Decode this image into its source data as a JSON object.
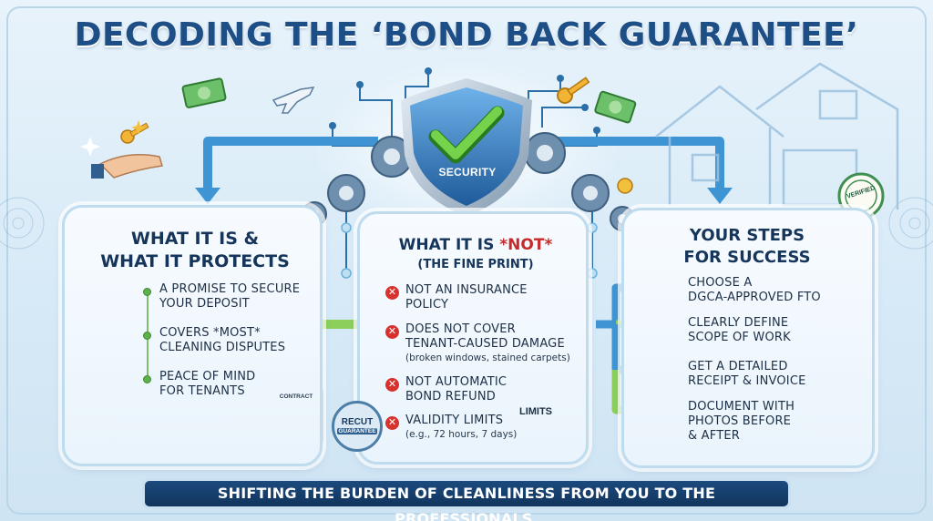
{
  "title": "DECODING THE ‘BOND BACK GUARANTEE’",
  "shield": {
    "label": "SECURITY"
  },
  "left_panel": {
    "heading_line1": "WHAT IT IS &",
    "heading_line2": "WHAT IT PROTECTS",
    "items": [
      {
        "line1": "A PROMISE TO SECURE",
        "line2": "YOUR DEPOSIT"
      },
      {
        "line1": "COVERS *MOST*",
        "line2": "CLEANING DISPUTES"
      },
      {
        "line1": "PEACE OF MIND",
        "line2": "FOR TENANTS"
      }
    ],
    "contract_label": "CONTRACT"
  },
  "middle_panel": {
    "heading_pre": "WHAT IT IS ",
    "heading_not": "*NOT*",
    "heading_sub": "(THE FINE PRINT)",
    "items": [
      {
        "line1": "NOT AN INSURANCE",
        "line2": "POLICY",
        "note": ""
      },
      {
        "line1": "DOES NOT COVER",
        "line2": "TENANT-CAUSED DAMAGE",
        "note": "(broken windows, stained carpets)"
      },
      {
        "line1": "NOT AUTOMATIC",
        "line2": "BOND REFUND",
        "note": ""
      },
      {
        "line1": "VALIDITY LIMITS",
        "line2": "",
        "note": "(e.g., 72 hours, 7 days)"
      }
    ],
    "stamp_line1": "RECUT",
    "stamp_line2": "GUARANTEE",
    "clock_label": "LIMITS"
  },
  "right_panel": {
    "heading_line1": "YOUR STEPS",
    "heading_line2": "FOR SUCCESS",
    "items": [
      {
        "line1": "CHOOSE A",
        "line2": "DGCA-APPROVED FTO",
        "line3": ""
      },
      {
        "line1": "CLEARLY DEFINE",
        "line2": "SCOPE OF WORK",
        "line3": ""
      },
      {
        "line1": "GET A DETAILED",
        "line2": "RECEIPT & INVOICE",
        "line3": ""
      },
      {
        "line1": "DOCUMENT WITH",
        "line2": "PHOTOS BEFORE",
        "line3": "& AFTER"
      }
    ],
    "badge_label": "VERIFIED"
  },
  "banner": "SHIFTING THE BURDEN OF CLEANLINESS FROM YOU TO THE PROFESSIONALS.",
  "colors": {
    "title": "#1d4f86",
    "shield": "#2f6fb0",
    "check": "#5cc43a",
    "circuit": "#2a6fa8",
    "arrow_green": "#8ccf5a",
    "arrow_blue": "#3f95d3",
    "x_red": "#d8322f",
    "banner": "#11345c"
  }
}
